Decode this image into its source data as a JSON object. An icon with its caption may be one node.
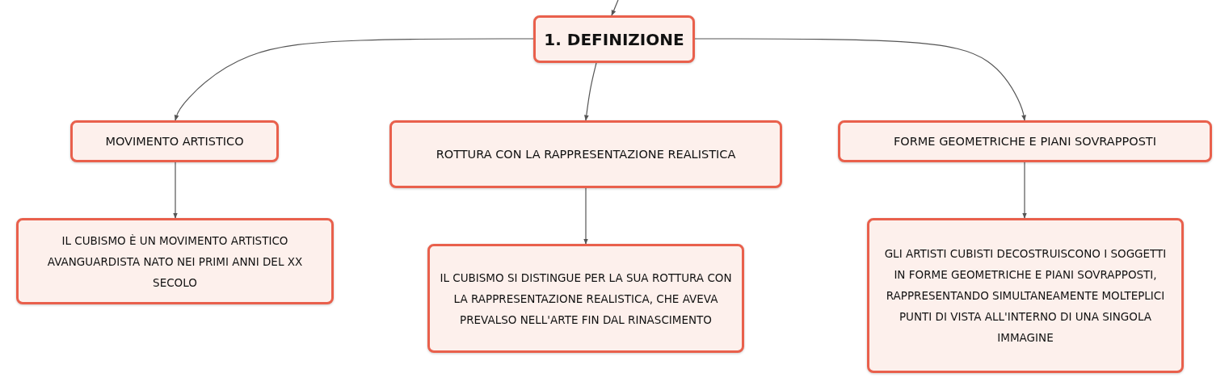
{
  "diagram": {
    "nodes": [
      {
        "text": [
          "1. DEFINIZIONE"
        ]
      },
      {
        "text": [
          "MOVIMENTO ARTISTICO"
        ]
      },
      {
        "text": [
          "ROTTURA CON LA RAPPRESENTAZIONE REALISTICA"
        ]
      },
      {
        "text": [
          "FORME GEOMETRICHE E PIANI SOVRAPPOSTI"
        ]
      },
      {
        "text": [
          "IL CUBISMO È UN MOVIMENTO ARTISTICO AVANGUARDISTA NATO NEI PRIMI ANNI DEL XX SECOLO"
        ]
      },
      {
        "text": [
          "IL CUBISMO SI DISTINGUE PER LA SUA ROTTURA CON LA RAPPRESENTAZIONE REALISTICA, CHE AVEVA PREVALSO NELL'ARTE FIN DAL RINASCIMENTO"
        ]
      },
      {
        "text": [
          "GLI ARTISTI CUBISTI DECOSTRUISCONO I SOGGETTI IN FORME GEOMETRICHE E PIANI SOVRAPPOSTI, RAPPRESENTANDO SIMULTANEAMENTE MOLTEPLICI PUNTI DI VISTA ALL'INTERNO DI UNA SINGOLA IMMAGINE"
        ]
      }
    ],
    "edges": [
      {
        "from": null,
        "to": 0,
        "arrow": "to"
      },
      {
        "from": 0,
        "to": 1,
        "arrow": "to"
      },
      {
        "from": 0,
        "to": 2,
        "arrow": "to"
      },
      {
        "from": 0,
        "to": 3,
        "arrow": "to"
      },
      {
        "from": 1,
        "to": 4,
        "arrow": "to"
      },
      {
        "from": 2,
        "to": 5,
        "arrow": "to"
      },
      {
        "from": 3,
        "to": 6,
        "arrow": "to"
      }
    ]
  }
}
